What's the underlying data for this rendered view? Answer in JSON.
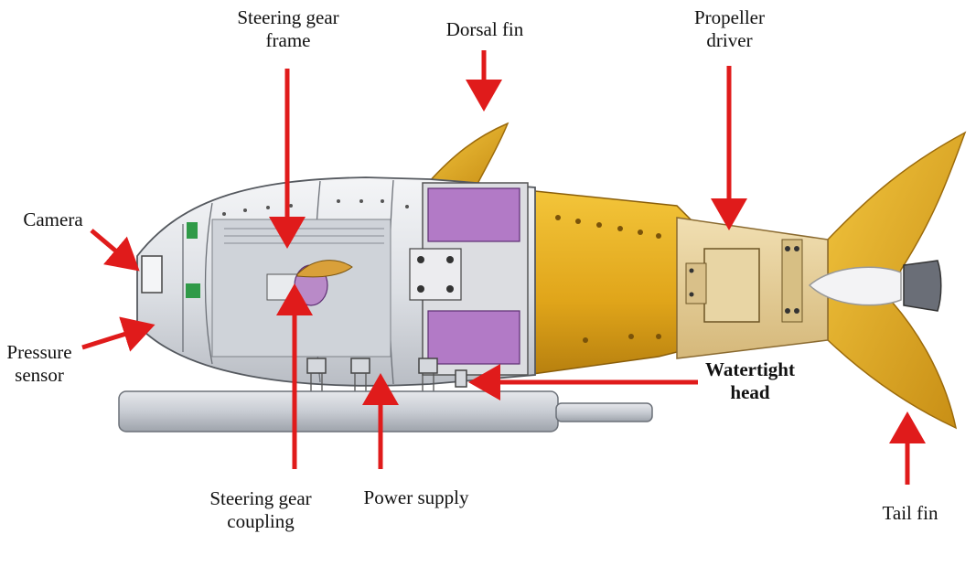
{
  "labels": {
    "steering_gear_frame": [
      "Steering gear",
      "frame"
    ],
    "dorsal_fin": [
      "Dorsal fin"
    ],
    "propeller_driver": [
      "Propeller",
      "driver"
    ],
    "camera": [
      "Camera"
    ],
    "pressure_sensor": [
      "Pressure",
      "sensor"
    ],
    "watertight_head": [
      "Watertight",
      "head"
    ],
    "steering_gear_coupling": [
      "Steering gear",
      "coupling"
    ],
    "power_supply": [
      "Power supply"
    ],
    "tail_fin": [
      "Tail fin"
    ]
  },
  "colors": {
    "arrow": "#e01b1b",
    "fin": "#e8b21e",
    "shell": "#e4e6ea",
    "internal": "#a65cc0"
  }
}
